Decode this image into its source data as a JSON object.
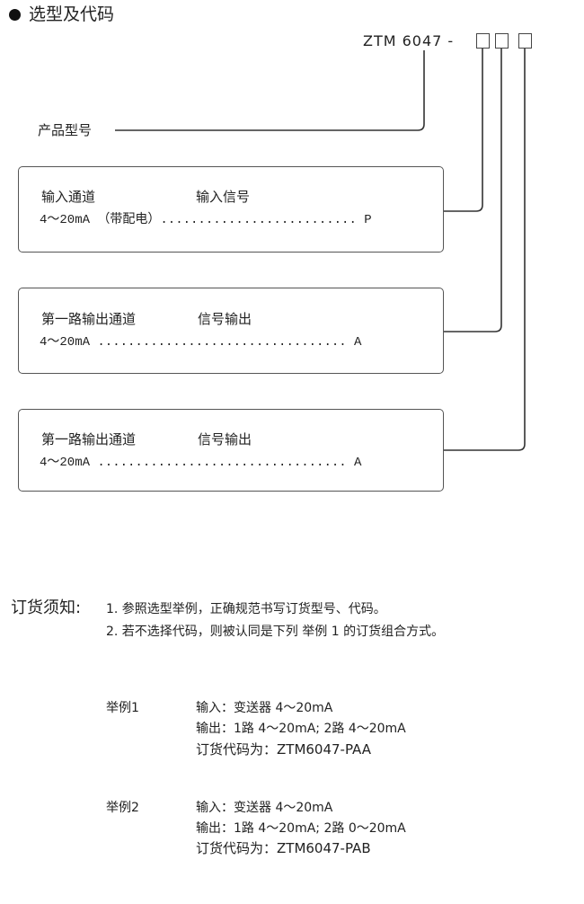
{
  "title": "选型及代码",
  "model_code": "ZTM 6047 -",
  "product_model_label": "产品型号",
  "boxes": [
    {
      "col1": "输入通道",
      "col2": "输入信号",
      "line": "4～20mA （带配电）.......................... P"
    },
    {
      "col1": "第一路输出通道",
      "col2": "信号输出",
      "line": "4～20mA ................................. A"
    },
    {
      "col1": "第一路输出通道",
      "col2": "信号输出",
      "line": "4～20mA ................................. A"
    }
  ],
  "notes": {
    "label": "订货须知:",
    "items": [
      "1. 参照选型举例，正确规范书写订货型号、代码。",
      "2. 若不选择代码，则被认同是下列 举例 1 的订货组合方式。"
    ]
  },
  "examples": [
    {
      "label": "举例1",
      "lines": [
        "输入：变送器 4～20mA",
        "输出：1路 4～20mA; 2路 4～20mA",
        "订货代码为：ZTM6047-PAA"
      ]
    },
    {
      "label": "举例2",
      "lines": [
        "输入：变送器 4～20mA",
        "输出：1路 4～20mA; 2路 0～20mA",
        "订货代码为：ZTM6047-PAB"
      ]
    }
  ]
}
